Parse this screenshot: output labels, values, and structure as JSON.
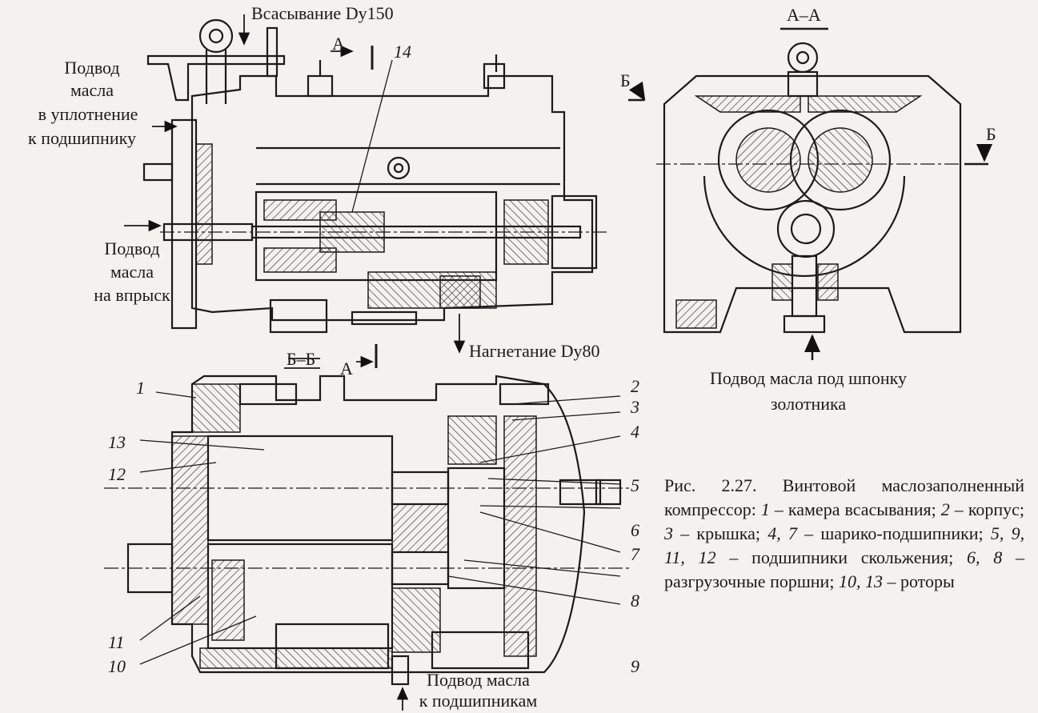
{
  "labels": {
    "suction": "Всасывание Dy150",
    "oil_seal": [
      "Подвод",
      "масла",
      "в уплотнение",
      "к подшипнику"
    ],
    "oil_injection": [
      "Подвод",
      "масла",
      "на впрыск"
    ],
    "discharge": "Нагнетание Dy80",
    "oil_key": [
      "Подвод масла под шпонку",
      "золотника"
    ],
    "oil_bearings": [
      "Подвод масла",
      "к подшипникам"
    ]
  },
  "sections": {
    "aa": "А–А",
    "a_top": "А",
    "a_bottom": "А",
    "bb": "Б–Б",
    "b_left": "Б",
    "b_right": "Б"
  },
  "numbers": [
    "1",
    "2",
    "3",
    "4",
    "5",
    "6",
    "7",
    "8",
    "9",
    "10",
    "11",
    "12",
    "13",
    "14"
  ],
  "caption": {
    "title": "Рис. 2.27. Винтовой маслозаполненный компрессор:",
    "items": [
      {
        "n": "1",
        "t": "камера всасывания;"
      },
      {
        "n": "2",
        "t": "корпус;"
      },
      {
        "n": "3",
        "t": "крышка;"
      },
      {
        "n": "4, 7",
        "t": "шарико-подшипники;"
      },
      {
        "n": "5, 9, 11, 12",
        "t": "подшипники скольжения;"
      },
      {
        "n": "6, 8",
        "t": "разгрузочные поршни;"
      },
      {
        "n": "10, 13",
        "t": "роторы"
      }
    ]
  }
}
